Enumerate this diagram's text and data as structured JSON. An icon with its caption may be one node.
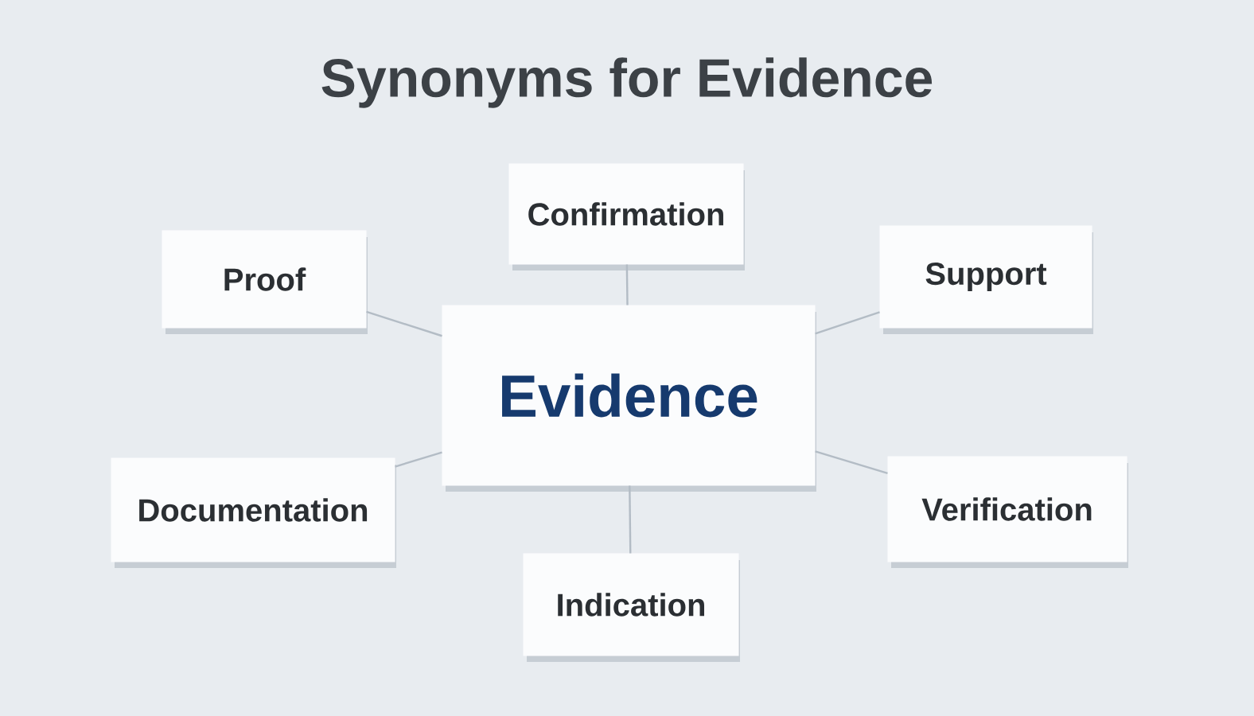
{
  "diagram": {
    "title": "Synonyms for Evidence",
    "nodes": [
      {
        "text": [
          "Confirmation"
        ]
      },
      {
        "text": [
          "Proof"
        ]
      },
      {
        "text": [
          "Support"
        ]
      },
      {
        "text": [
          "Evidence"
        ]
      },
      {
        "text": [
          "Documentation"
        ]
      },
      {
        "text": [
          "Verification"
        ]
      },
      {
        "text": [
          "Indication"
        ]
      }
    ],
    "edges": [
      {
        "from": 3,
        "to": 0,
        "arrow": "none"
      },
      {
        "from": 3,
        "to": 1,
        "arrow": "none"
      },
      {
        "from": 3,
        "to": 2,
        "arrow": "none"
      },
      {
        "from": 3,
        "to": 4,
        "arrow": "none"
      },
      {
        "from": 3,
        "to": 5,
        "arrow": "none"
      },
      {
        "from": 3,
        "to": 6,
        "arrow": "none"
      }
    ]
  }
}
